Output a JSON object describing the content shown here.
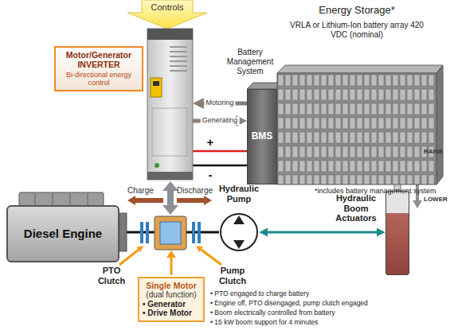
{
  "diagram": {
    "nodes": [
      {
        "text": [
          "Controls"
        ]
      },
      {
        "text": [
          "Motor/Generator INVERTER",
          "Bi-directional energy control"
        ]
      },
      {
        "text": [
          "BMS"
        ]
      },
      {
        "text": [
          "Energy Storage*",
          "VRLA or Lithium-Ion battery array 420 VDC (nominal)"
        ]
      },
      {
        "text": [
          "Diesel Engine"
        ]
      },
      {
        "text": [
          "Hydraulic Pump"
        ]
      },
      {
        "text": [
          "Hydraulic Boom Actuators"
        ]
      },
      {
        "text": [
          "Single Motor",
          "(dual function)",
          "• Generator",
          "• Drive Motor"
        ]
      }
    ],
    "edges": [
      {
        "from": 2,
        "to": 1,
        "arrow": "to",
        "label": "Motoring"
      },
      {
        "from": 1,
        "to": 2,
        "arrow": "to",
        "label": "Generating"
      },
      {
        "from": 1,
        "to": 2,
        "arrow": "none",
        "label": "+"
      },
      {
        "from": 1,
        "to": 2,
        "arrow": "none",
        "label": "-"
      },
      {
        "from": 4,
        "to": 5,
        "arrow": "none"
      },
      {
        "from": 5,
        "to": 6,
        "arrow": "both"
      }
    ],
    "labels": [
      "Battery Management System",
      "*includes battery management system",
      "Charge",
      "Discharge",
      "PTO Clutch",
      "Pump Clutch",
      "RAISE",
      "LOWER",
      "• PTO engaged to charge battery",
      "• Engine off, PTO disengaged, pump clutch engaged",
      "• Boom electrically controlled from battery",
      "• 15 kW boom support for 4 minutes"
    ]
  }
}
